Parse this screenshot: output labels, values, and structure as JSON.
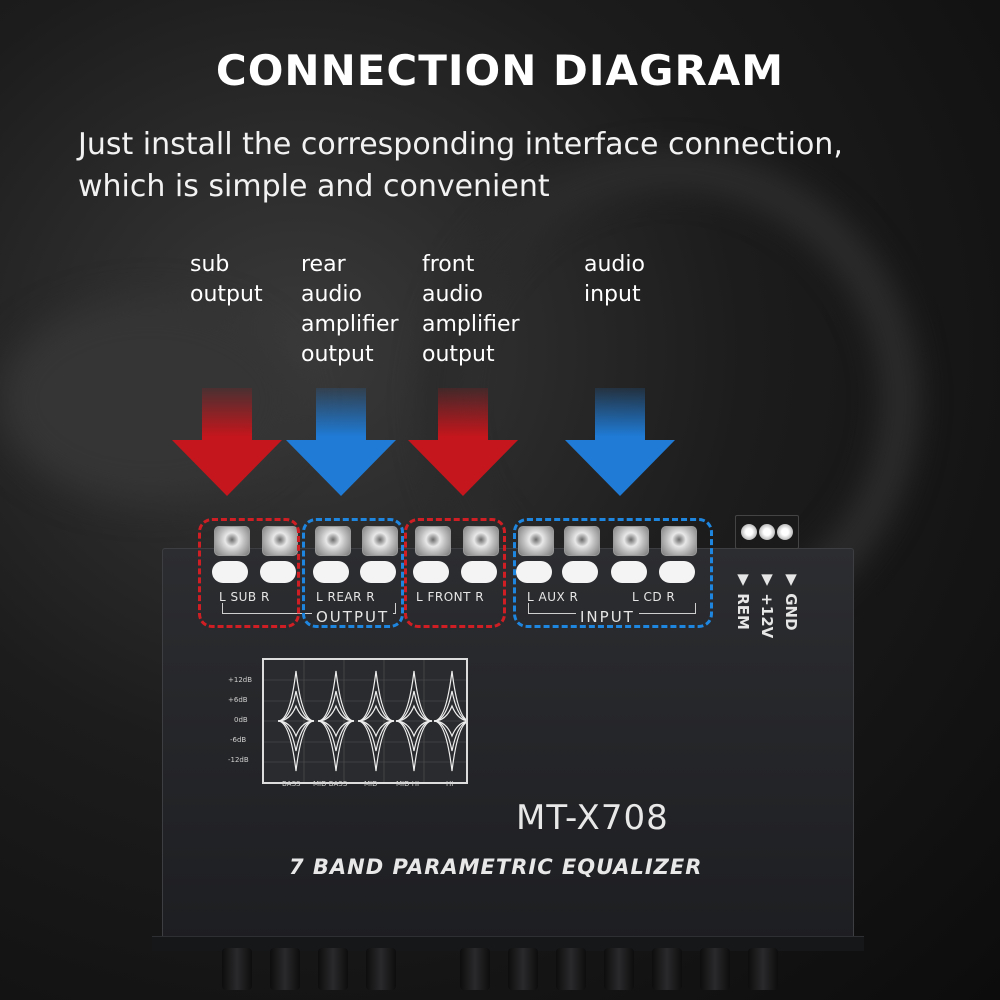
{
  "title": "CONNECTION DIAGRAM",
  "subtitle": "Just install the corresponding interface connection, which is simple and convenient",
  "callouts": [
    {
      "text": "sub\noutput",
      "color": "#c4161c"
    },
    {
      "text": "rear\naudio\namplifier\noutput",
      "color": "#1f6fc9"
    },
    {
      "text": "front\naudio\namplifier\noutput",
      "color": "#c4161c"
    },
    {
      "text": "audio\ninput",
      "color": "#1f6fc9"
    }
  ],
  "colors": {
    "red": "#c4161c",
    "blue": "#1f7bd6"
  },
  "device": {
    "jack_labels": {
      "sub": "L  SUB  R",
      "rear": "L  REAR  R",
      "front": "L  FRONT  R",
      "aux": "L  AUX  R",
      "cd": "L   CD   R"
    },
    "output_label": "OUTPUT",
    "input_label": "INPUT",
    "power": {
      "rem": "REM",
      "v12": "+12V",
      "gnd": "GND",
      "marker": "▼"
    },
    "graph": {
      "db_labels": [
        "+12dB",
        "+6dB",
        "0dB",
        "-6dB",
        "-12dB"
      ],
      "bands": [
        "BASS",
        "MID BASS",
        "MID",
        "MID HI",
        "HI"
      ]
    },
    "model": "MT-X708",
    "product": "7 BAND PARAMETRIC EQUALIZER"
  }
}
